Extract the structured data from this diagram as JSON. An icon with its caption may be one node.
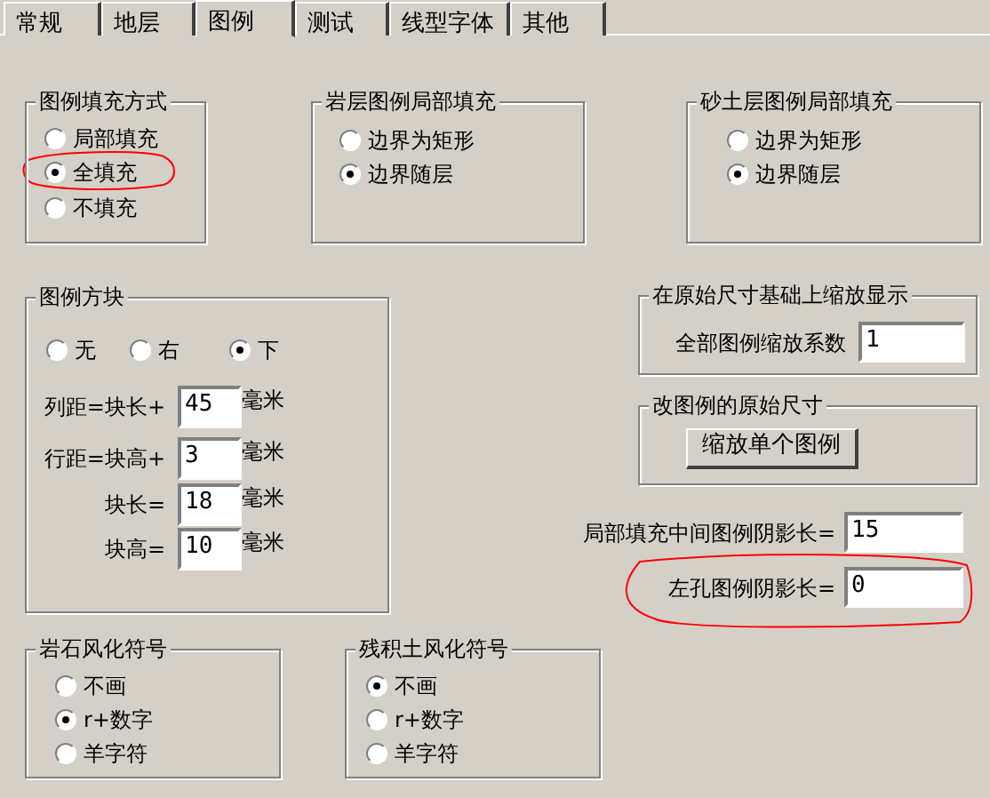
{
  "diagram": {
    "nodes": [
      {
        "text": [
          "常规"
        ]
      },
      {
        "text": [
          "地层"
        ]
      },
      {
        "text": [
          "图例"
        ]
      },
      {
        "text": [
          "测试"
        ]
      },
      {
        "text": [
          "线型字体"
        ]
      },
      {
        "text": [
          "其他"
        ]
      },
      {
        "text": [
          "图例填充方式"
        ]
      },
      {
        "text": [
          "局部填充"
        ],
        "in": 6
      },
      {
        "text": [
          "全填充"
        ],
        "in": 6
      },
      {
        "text": [
          "不填充"
        ],
        "in": 6
      },
      {
        "text": [
          "岩层图例局部填充"
        ]
      },
      {
        "text": [
          "边界为矩形"
        ],
        "in": 10
      },
      {
        "text": [
          "边界随层"
        ],
        "in": 10
      },
      {
        "text": [
          "砂土层图例局部填充"
        ]
      },
      {
        "text": [
          "边界为矩形"
        ],
        "in": 13
      },
      {
        "text": [
          "边界随层"
        ],
        "in": 13
      },
      {
        "text": [
          "图例方块"
        ]
      },
      {
        "text": [
          "无"
        ],
        "in": 16
      },
      {
        "text": [
          "右"
        ],
        "in": 16
      },
      {
        "text": [
          "下"
        ],
        "in": 16
      },
      {
        "text": [
          "45"
        ],
        "in": 16,
        "beside": [
          "列距=块长+",
          "毫米"
        ]
      },
      {
        "text": [
          "3"
        ],
        "in": 16,
        "beside": [
          "行距=块高+",
          "毫米"
        ]
      },
      {
        "text": [
          "18"
        ],
        "in": 16,
        "beside": [
          "块长=",
          "毫米"
        ]
      },
      {
        "text": [
          "10"
        ],
        "in": 16,
        "beside": [
          "块高=",
          "毫米"
        ]
      },
      {
        "text": [
          "在原始尺寸基础上缩放显示"
        ]
      },
      {
        "text": [
          "1"
        ],
        "in": 24,
        "beside": [
          "全部图例缩放系数"
        ]
      },
      {
        "text": [
          "改图例的原始尺寸"
        ]
      },
      {
        "text": [
          "缩放单个图例"
        ],
        "in": 26
      },
      {
        "text": [
          "15"
        ],
        "beside": [
          "局部填充中间图例阴影长="
        ]
      },
      {
        "text": [
          "0"
        ],
        "beside": [
          "左孔图例阴影长="
        ]
      },
      {
        "text": [
          "岩石风化符号"
        ]
      },
      {
        "text": [
          "不画"
        ],
        "in": 30
      },
      {
        "text": [
          "r+数字"
        ],
        "in": 30
      },
      {
        "text": [
          "羊字符"
        ],
        "in": 30
      },
      {
        "text": [
          "残积土风化符号"
        ]
      },
      {
        "text": [
          "不画"
        ],
        "in": 34
      },
      {
        "text": [
          "r+数字"
        ],
        "in": 34
      },
      {
        "text": [
          "羊字符"
        ],
        "in": 34
      }
    ]
  }
}
